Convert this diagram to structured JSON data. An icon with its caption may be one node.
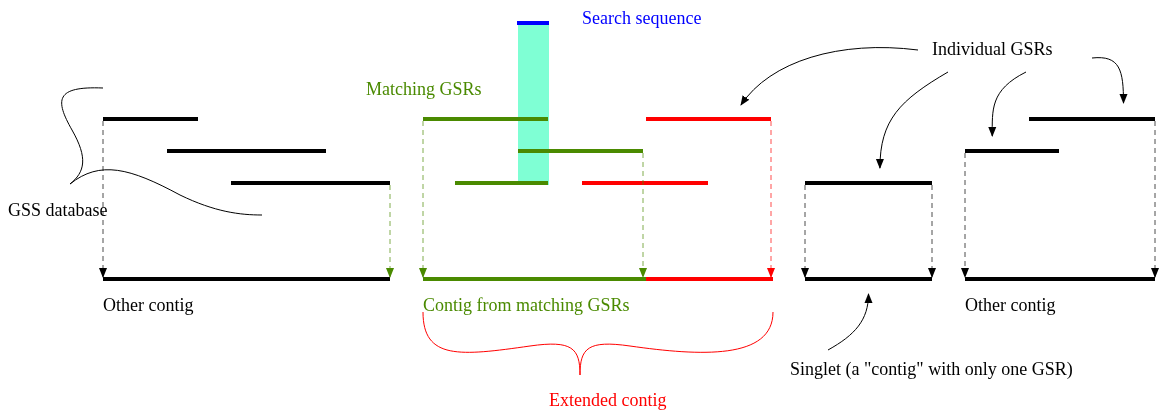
{
  "diagram": {
    "nodes": [
      {
        "text": [
          "Individual GSRs"
        ]
      },
      {
        "text": [
          "Singlet (a \"contig\" with only one GSR)"
        ]
      },
      {
        "text": [],
        "shape": "bar"
      },
      {
        "text": [],
        "shape": "bar"
      },
      {
        "text": [],
        "shape": "bar"
      },
      {
        "text": [],
        "shape": "bar",
        "beside": [
          "Other contig"
        ]
      },
      {
        "text": [],
        "shape": "bar",
        "beside": [
          "Search sequence"
        ]
      },
      {
        "text": [],
        "shape": "bar"
      },
      {
        "text": [],
        "shape": "bar"
      },
      {
        "text": [],
        "shape": "bar"
      },
      {
        "text": [],
        "shape": "bar"
      },
      {
        "text": [],
        "shape": "bar"
      },
      {
        "text": [],
        "shape": "bar",
        "beside": [
          "Contig from matching GSRs"
        ]
      },
      {
        "text": [],
        "shape": "bar"
      },
      {
        "text": [],
        "shape": "bar"
      },
      {
        "text": [],
        "shape": "bar"
      },
      {
        "text": [],
        "shape": "bar"
      },
      {
        "text": [],
        "shape": "bar"
      },
      {
        "text": [],
        "shape": "bar",
        "beside": [
          "Other contig"
        ]
      }
    ],
    "edges": [
      {
        "from": 0,
        "to": 10,
        "arrow": "to"
      },
      {
        "from": 0,
        "to": 14,
        "arrow": "to"
      },
      {
        "from": 0,
        "to": 17,
        "arrow": "to"
      },
      {
        "from": 0,
        "to": 16,
        "arrow": "to"
      },
      {
        "from": 1,
        "to": 15,
        "arrow": "to"
      },
      {
        "from": 2,
        "to": 5,
        "arrow": "to",
        "style": "dashed"
      },
      {
        "from": 4,
        "to": 5,
        "arrow": "to",
        "style": "dashed",
        "color": "#4a8a00"
      },
      {
        "from": 7,
        "to": 12,
        "arrow": "to",
        "style": "dashed",
        "color": "#4a8a00"
      },
      {
        "from": 8,
        "to": 12,
        "arrow": "to",
        "style": "dashed",
        "color": "#4a8a00"
      },
      {
        "from": 10,
        "to": 13,
        "arrow": "to",
        "style": "dashed",
        "color": "#ff0000"
      },
      {
        "from": 14,
        "to": 15,
        "arrow": "to",
        "style": "dashed"
      },
      {
        "from": 14,
        "to": 15,
        "arrow": "to",
        "style": "dashed"
      },
      {
        "from": 17,
        "to": 18,
        "arrow": "to",
        "style": "dashed"
      },
      {
        "from": 16,
        "to": 18,
        "arrow": "to",
        "style": "dashed"
      }
    ],
    "labels": [
      "Matching GSRs",
      "GSS database",
      "Extended contig"
    ]
  }
}
